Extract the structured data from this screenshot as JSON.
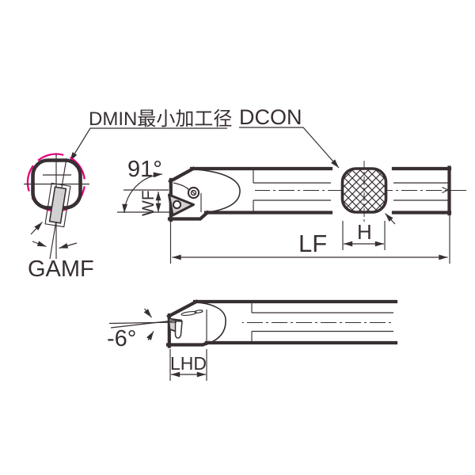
{
  "labels": {
    "dmin": "DMIN最小加工径",
    "dcon": "DCON",
    "lead_angle": "91°",
    "wf": "WF",
    "lf": "LF",
    "h": "H",
    "gamf": "GAMF",
    "rake_angle": "-6°",
    "lhd": "LHD"
  },
  "colors": {
    "line": "#372f31",
    "dmin_circle_magenta": "#e5007e",
    "insert_fill": "#d2d0d1",
    "background": "#ffffff"
  }
}
